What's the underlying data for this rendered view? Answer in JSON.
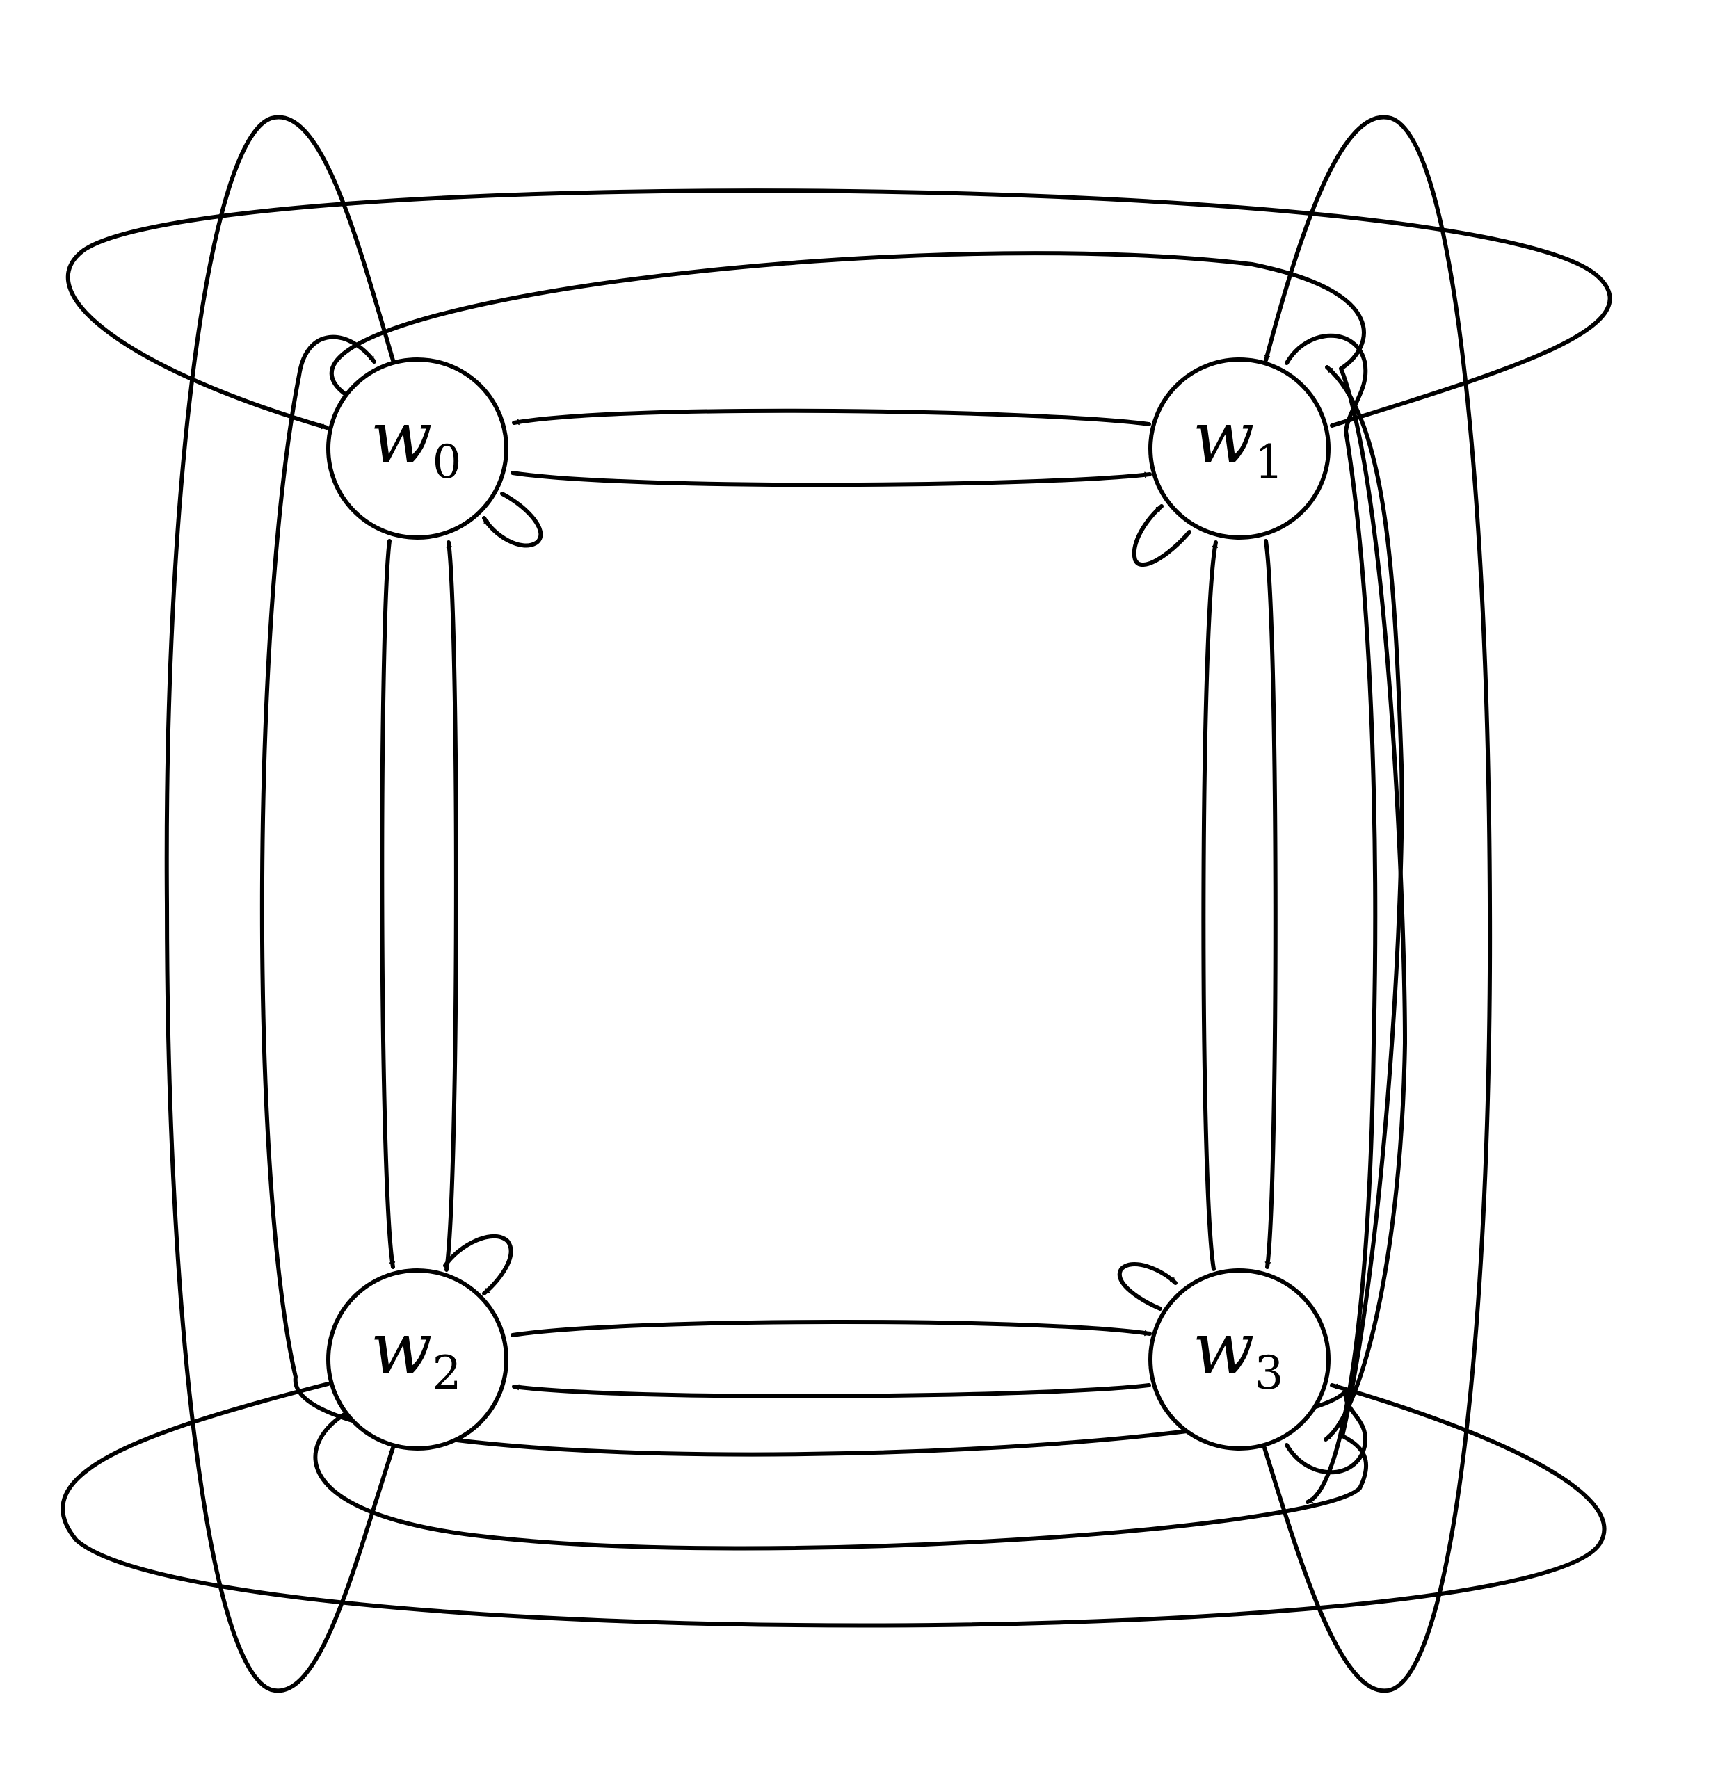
{
  "diagram": {
    "stroke_color": "#000000",
    "background": "#ffffff",
    "nodes": [
      {
        "id": "w0",
        "base": "w",
        "sub": "0"
      },
      {
        "id": "w1",
        "base": "w",
        "sub": "1"
      },
      {
        "id": "w2",
        "base": "w",
        "sub": "2"
      },
      {
        "id": "w3",
        "base": "w",
        "sub": "3"
      }
    ],
    "edges": [
      {
        "from": "w0",
        "to": "w1"
      },
      {
        "from": "w1",
        "to": "w0"
      },
      {
        "from": "w2",
        "to": "w3"
      },
      {
        "from": "w3",
        "to": "w2"
      },
      {
        "from": "w0",
        "to": "w2"
      },
      {
        "from": "w2",
        "to": "w0"
      },
      {
        "from": "w1",
        "to": "w3"
      },
      {
        "from": "w3",
        "to": "w1"
      },
      {
        "from": "w0",
        "to": "w3"
      },
      {
        "from": "w3",
        "to": "w0"
      },
      {
        "from": "w1",
        "to": "w2"
      },
      {
        "from": "w2",
        "to": "w1"
      },
      {
        "from": "w0",
        "to": "w0"
      },
      {
        "from": "w1",
        "to": "w1"
      },
      {
        "from": "w2",
        "to": "w2"
      },
      {
        "from": "w3",
        "to": "w3"
      }
    ]
  }
}
